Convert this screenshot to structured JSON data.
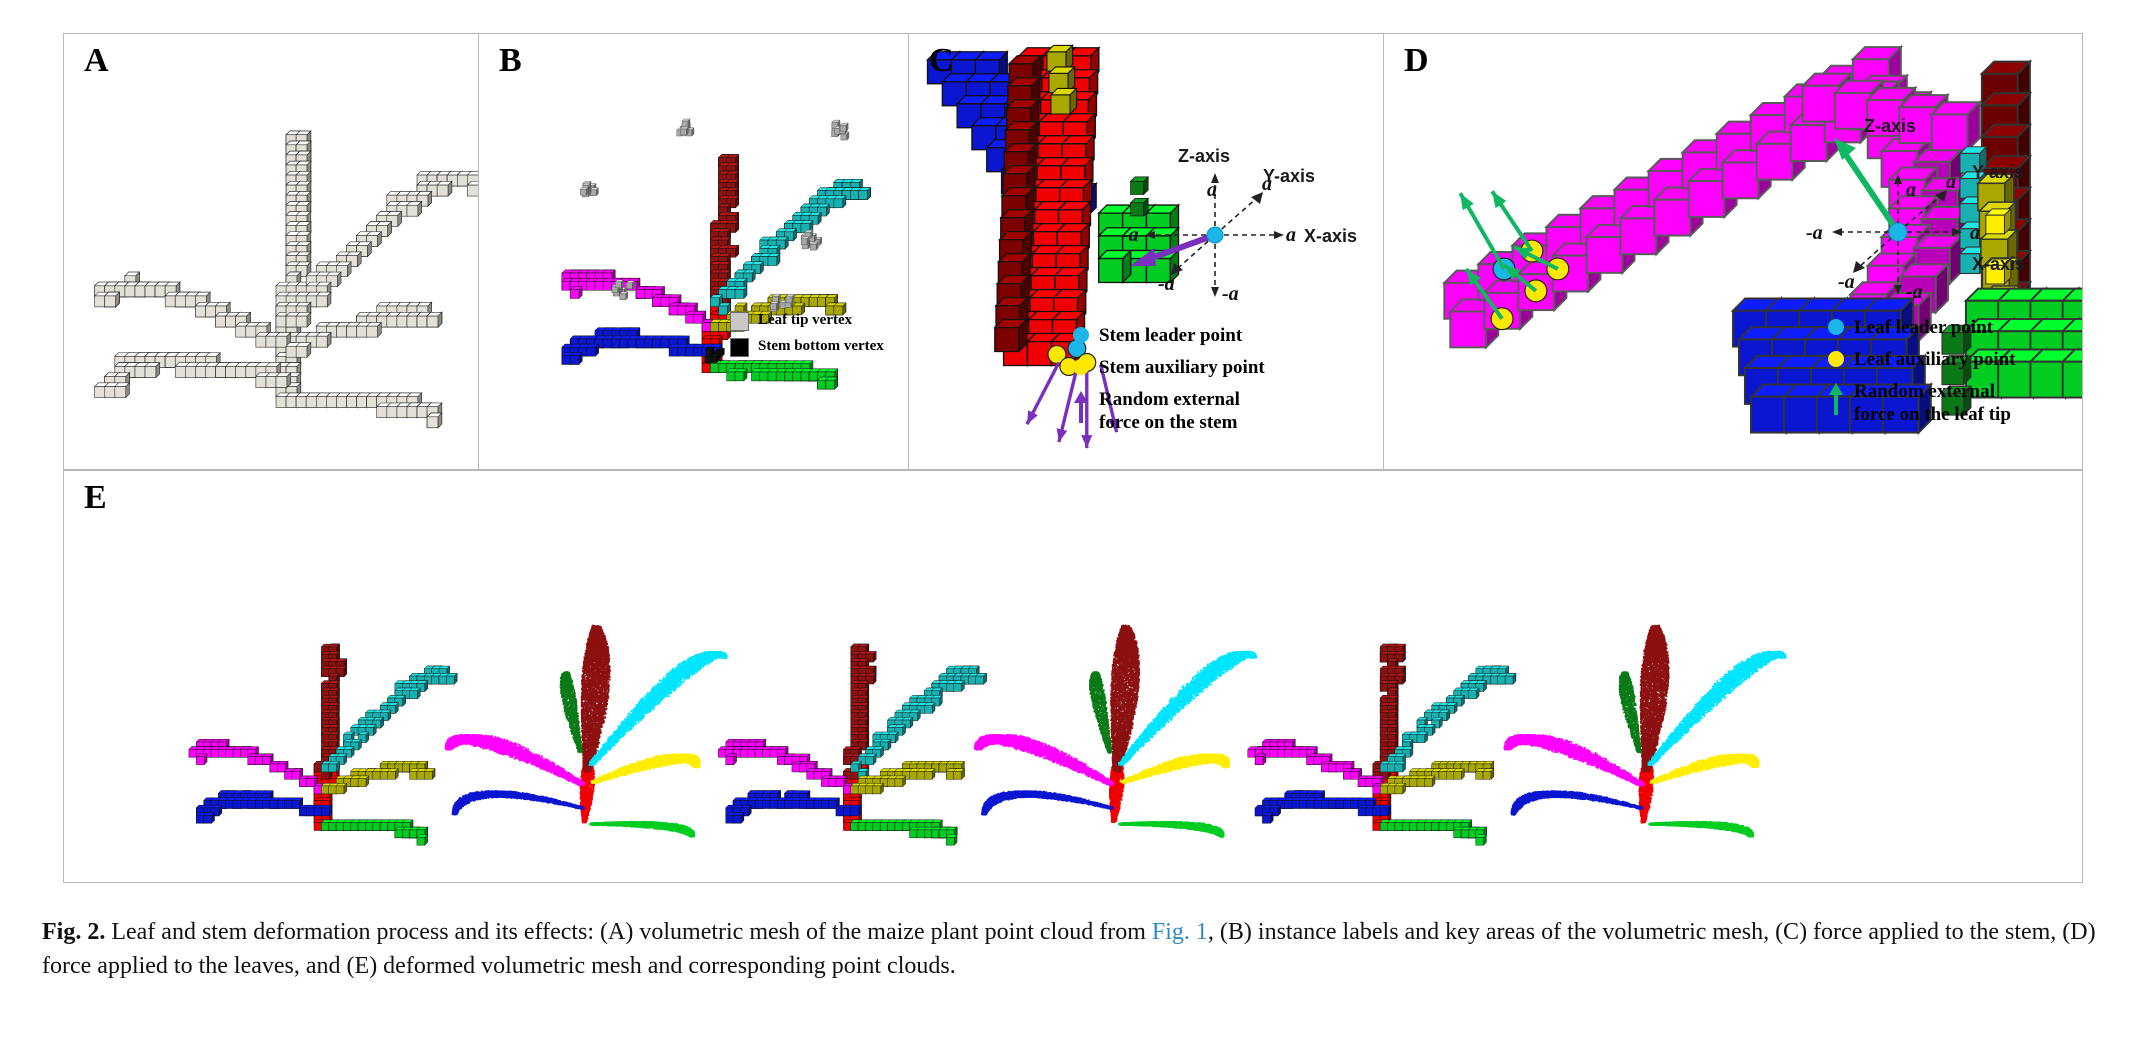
{
  "figure": {
    "panels": [
      {
        "letter": "A",
        "id": "panel-a"
      },
      {
        "letter": "B",
        "id": "panel-b"
      },
      {
        "letter": "C",
        "id": "panel-c"
      },
      {
        "letter": "D",
        "id": "panel-d"
      },
      {
        "letter": "E",
        "id": "panel-e"
      }
    ]
  },
  "panel_b": {
    "legend": [
      {
        "swatch_color": "#c8c8c8",
        "label": "Leaf tip vertex",
        "marker": "square"
      },
      {
        "swatch_color": "#000000",
        "label": "Stem bottom vertex",
        "marker": "square"
      }
    ]
  },
  "panel_c": {
    "gizmo": {
      "z_axis": "Z-axis",
      "y_axis": "Y-axis",
      "x_axis": "X-axis",
      "pos_label": "a",
      "neg_label": "-a",
      "origin_color": "#1cb5e8",
      "force_color": "#7b2fbe"
    },
    "legend": [
      {
        "marker": "dot",
        "color": "#1cb5e8",
        "label": "Stem leader point"
      },
      {
        "marker": "dot",
        "color": "#ffe800",
        "label": "Stem auxiliary point"
      },
      {
        "marker": "arrow",
        "color": "#7b2fbe",
        "label": "Random external\nforce on the stem"
      }
    ]
  },
  "panel_d": {
    "gizmo": {
      "z_axis": "Z-axis",
      "y_axis": "Y-axis",
      "x_axis": "X-axis",
      "pos_label": "a",
      "neg_label": "-a",
      "origin_color": "#1cb5e8",
      "force_color": "#0fb760"
    },
    "legend": [
      {
        "marker": "dot",
        "color": "#1cb5e8",
        "label": "Leaf leader point"
      },
      {
        "marker": "dot",
        "color": "#ffe800",
        "label": "Leaf auxiliary point"
      },
      {
        "marker": "arrow",
        "color": "#0fb760",
        "label": "Random external\nforce on the leaf tip"
      }
    ]
  },
  "caption": {
    "fig_number": "Fig. 2.",
    "text_before_xref": " Leaf and stem deformation process and its effects: (A) volumetric mesh of the maize plant point cloud from ",
    "xref": "Fig. 1",
    "text_after_xref": ", (B) instance labels and key areas of the volumetric mesh, (C) force applied to the stem, (D) force applied to the leaves, and (E) deformed volumetric mesh and corresponding point clouds."
  },
  "colors": {
    "mesh_gray": "#e3e0d8",
    "mesh_gray_edge": "#3a3a3a",
    "dark_red": "#8c1111",
    "red": "#f00000",
    "teal": "#18b0b0",
    "cyan": "#00e5ff",
    "magenta": "#ff00ff",
    "violet": "#c000c0",
    "blue": "#0b16d0",
    "olive": "#a8a800",
    "yellow": "#ffee00",
    "green": "#00cc22",
    "dark_green": "#0a7a18",
    "purple": "#7b2fbe",
    "green_arrow": "#0fb760",
    "leader_cyan": "#1cb5e8",
    "aux_yellow": "#ffe800",
    "xref_blue": "#2b8cc4"
  },
  "chart_data": {
    "type": "scatter",
    "title": "Leaf and stem deformation process and its effects",
    "panel_a": {
      "description": "volumetric mesh of the maize plant point cloud",
      "render": "voxel",
      "mono_color": "#e3e0d8"
    },
    "panel_b": {
      "description": "instance labels and key areas of the volumetric mesh",
      "render": "voxel",
      "instances": [
        "stem",
        "leaf-darkred",
        "leaf-teal",
        "leaf-magenta",
        "leaf-blue",
        "leaf-olive",
        "leaf-green"
      ]
    },
    "panel_c": {
      "description": "force applied to the stem",
      "render": "voxel-zoom",
      "force_arrows": 4,
      "leader_points": 1,
      "auxiliary_points": 3
    },
    "panel_d": {
      "description": "force applied to the leaves",
      "render": "voxel-zoom",
      "force_arrows": 5,
      "leader_points": 1,
      "auxiliary_points": 4
    },
    "panel_e": {
      "description": "deformed volumetric mesh and corresponding point clouds",
      "render": "voxel+pointcloud",
      "pairs": 3,
      "items": [
        "mesh-1",
        "cloud-1",
        "mesh-2",
        "cloud-2",
        "mesh-3",
        "cloud-3"
      ]
    }
  }
}
